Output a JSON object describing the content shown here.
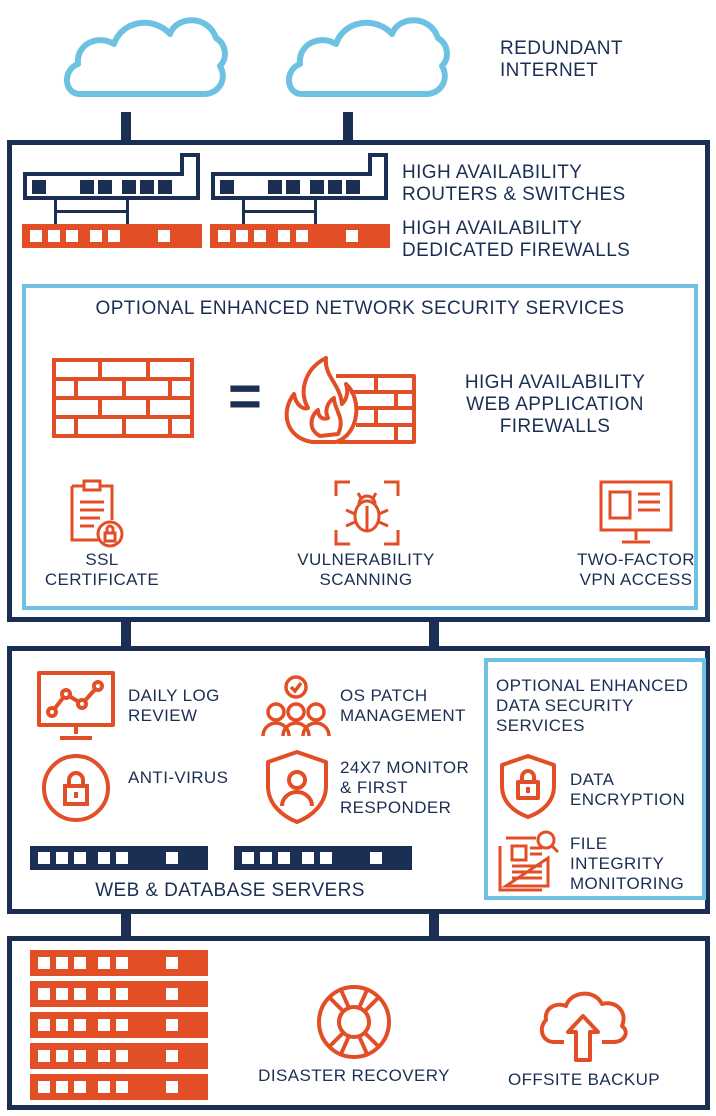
{
  "top": {
    "clouds_label": [
      "REDUNDANT",
      "INTERNET"
    ]
  },
  "network": {
    "routers_label": [
      "HIGH AVAILABILITY",
      "ROUTERS & SWITCHES"
    ],
    "firewalls_label": [
      "HIGH AVAILABILITY",
      "DEDICATED FIREWALLS"
    ],
    "enhanced_title": "OPTIONAL ENHANCED NETWORK SECURITY SERVICES",
    "equals": "=",
    "waf_label": [
      "HIGH AVAILABILITY",
      "WEB APPLICATION",
      "FIREWALLS"
    ],
    "services": [
      {
        "icon": "ssl-certificate-icon",
        "label": [
          "SSL",
          "CERTIFICATE"
        ]
      },
      {
        "icon": "vulnerability-scan-icon",
        "label": [
          "VULNERABILITY",
          "SCANNING"
        ]
      },
      {
        "icon": "vpn-access-icon",
        "label": [
          "TWO-FACTOR",
          "VPN ACCESS"
        ]
      }
    ]
  },
  "servers": {
    "items": [
      {
        "icon": "log-review-icon",
        "label": [
          "DAILY LOG",
          "REVIEW"
        ]
      },
      {
        "icon": "patch-management-icon",
        "label": [
          "OS PATCH",
          "MANAGEMENT"
        ]
      },
      {
        "icon": "antivirus-icon",
        "label": [
          "ANTI-VIRUS"
        ]
      },
      {
        "icon": "monitor-responder-icon",
        "label": [
          "24X7 MONITOR",
          "& FIRST",
          "RESPONDER"
        ]
      }
    ],
    "data_security_title": [
      "OPTIONAL ENHANCED",
      "DATA SECURITY",
      "SERVICES"
    ],
    "data_security_items": [
      {
        "icon": "data-encryption-icon",
        "label": [
          "DATA",
          "ENCRYPTION"
        ]
      },
      {
        "icon": "file-integrity-icon",
        "label": [
          "FILE",
          "INTEGRITY",
          "MONITORING"
        ]
      }
    ],
    "servers_label": "WEB & DATABASE SERVERS"
  },
  "backup": {
    "disaster_label": "DISASTER RECOVERY",
    "offsite_label": "OFFSITE BACKUP"
  },
  "colors": {
    "navy": "#1b2f54",
    "orange": "#e24e26",
    "light_blue": "#6cc2e0"
  }
}
